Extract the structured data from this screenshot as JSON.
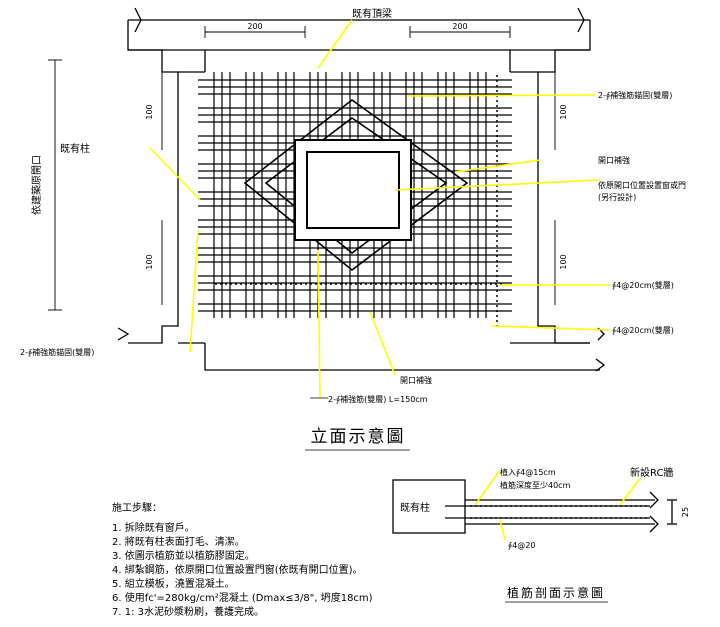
{
  "colors": {
    "line": "#000000",
    "leader": "#ffff00",
    "background": "#ffffff"
  },
  "elevation": {
    "title": "立面示意圖",
    "dim_top_left": "200",
    "dim_top_right": "200",
    "dim_left_upper": "100",
    "dim_left_lower": "100",
    "dim_right_upper": "100",
    "dim_right_lower": "100",
    "label_existing_beam": "既有頂梁",
    "label_existing_column": "既有柱",
    "label_original_opening": "依建築原開口",
    "label_bar_top": "2-∮補強筋錨固(雙層)",
    "label_opening": "開口補強",
    "label_window_note_1": "依原開口位置設置窗或門",
    "label_window_note_2": "(另行設計)",
    "label_bar_h": "∮4@20cm(雙層)",
    "label_bar_v": "∮4@20cm(雙層)",
    "label_bar_left": "2-∮補強筋錨固(雙層)",
    "label_corner_bar": "開口補強",
    "label_diag_bar": "2-∮補強筋(雙層) L=150cm"
  },
  "section": {
    "title": "植筋剖面示意圖",
    "label_column": "既有柱",
    "label_anchor_1": "植入∮4@15cm",
    "label_anchor_2": "植筋深度至少40cm",
    "label_wall": "新設RC牆",
    "label_bar": "∮4@20",
    "label_thickness": "25"
  },
  "steps": {
    "title": "施工步驟：",
    "items": [
      "1. 拆除既有窗戶。",
      "2. 將既有柱表面打毛、清潔。",
      "3. 依圖示植筋並以植筋膠固定。",
      "4. 綁紮鋼筋，依原開口位置設置門窗(依既有開口位置)。",
      "5. 組立模板，澆置混凝土。",
      "6. 使用fc'=280kg/cm²混凝土 (Dmax≤3/8\", 坍度18cm)",
      "7. 1: 3水泥砂漿粉刷，養護完成。"
    ]
  }
}
